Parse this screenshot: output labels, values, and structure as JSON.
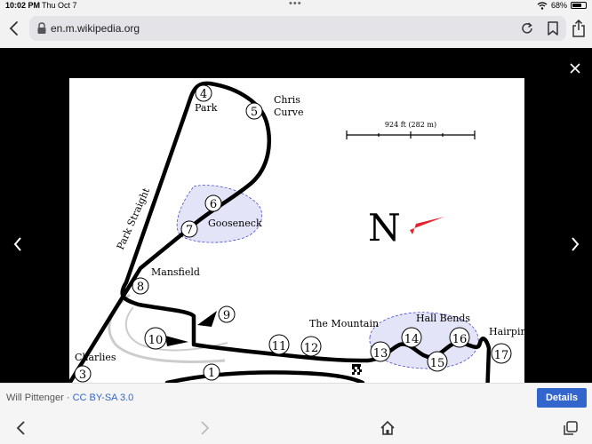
{
  "status_bar": {
    "time": "10:02 PM",
    "date": "Thu Oct 7",
    "battery_percent": "68%",
    "battery_level": 0.68,
    "wifi_icon": "wifi-icon",
    "multitask_dots": "•••"
  },
  "browser": {
    "url": "en.m.wikipedia.org",
    "icons": [
      "back-icon",
      "lock-icon",
      "reload-icon",
      "bookmark-icon",
      "share-icon"
    ]
  },
  "viewer": {
    "close_icon": "close-icon",
    "prev_icon": "chevron-left-icon",
    "next_icon": "chevron-right-icon"
  },
  "map": {
    "scale_label": "924 ft (282 m)",
    "compass_letter": "N",
    "straight_label": "Park Straight",
    "turns": [
      {
        "num": "1"
      },
      {
        "num": "3",
        "label": "Charlies"
      },
      {
        "num": "4",
        "label": "Park"
      },
      {
        "num": "5",
        "label_line1": "Chris",
        "label_line2": "Curve"
      },
      {
        "num": "6"
      },
      {
        "num": "7",
        "label": "Gooseneck"
      },
      {
        "num": "8",
        "label": "Mansfield"
      },
      {
        "num": "9"
      },
      {
        "num": "10"
      },
      {
        "num": "11"
      },
      {
        "num": "12",
        "label": "The Mountain"
      },
      {
        "num": "13"
      },
      {
        "num": "14",
        "label": "Hall Bends"
      },
      {
        "num": "15"
      },
      {
        "num": "16"
      },
      {
        "num": "17",
        "label": "Hairpin"
      }
    ],
    "colors": {
      "track": "#000000",
      "highlight": "#e4e4f8",
      "compass": "#e8202a",
      "runoff": "#cccccc"
    }
  },
  "caption": {
    "author": "Will Pittenger",
    "separator": " · ",
    "license": "CC BY-SA 3.0",
    "details_label": "Details"
  },
  "toolbar": {
    "icons": [
      "back-arrow-icon",
      "forward-arrow-icon",
      "home-icon",
      "tabs-icon"
    ]
  }
}
